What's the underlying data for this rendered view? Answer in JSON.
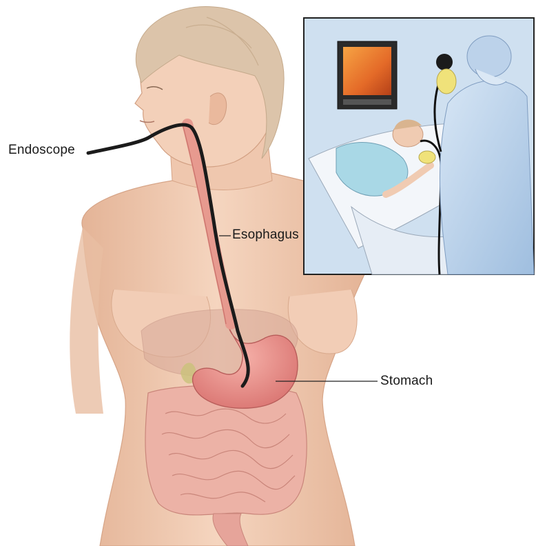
{
  "labels": {
    "endoscope": "Endoscope",
    "esophagus": "Esophagus",
    "stomach": "Stomach"
  },
  "colors": {
    "skin": "#f0cbb2",
    "skin_shadow": "#d9a98c",
    "hair": "#d9c2a8",
    "esophagus": "#e79a8f",
    "stomach": "#e98a84",
    "intestine": "#ecb2a6",
    "liver": "#d8a999",
    "endoscope": "#1b1b1b",
    "inset_background": "#cfe0f0",
    "gown": "#bcd2ea",
    "glove": "#f0e27a",
    "monitor_screen": "#e8702a"
  },
  "icons": {
    "inset": "procedure-scene",
    "monitor": "monitor-icon"
  }
}
